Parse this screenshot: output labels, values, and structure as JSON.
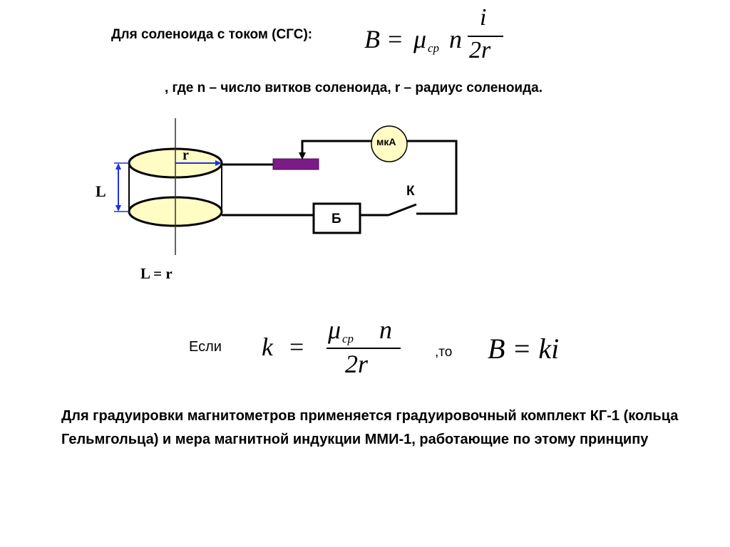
{
  "header": {
    "intro": "Для соленоида с током (СГС):",
    "where": ", где n – число витков соленоида,  r – радиус соленоида."
  },
  "formula1": {
    "B": "B",
    "eq": "=",
    "mu": "μ",
    "sub": "ср",
    "n": "n",
    "num": "i",
    "den": "2r"
  },
  "diagram": {
    "r_label": "r",
    "L_label": "L",
    "meter_label": "мкА",
    "key_label": "К",
    "battery_label": "Б",
    "caption": "L = r"
  },
  "formula2": {
    "if_word": "Если",
    "k": "k",
    "eq": "=",
    "mu": "μ",
    "sub": "ср",
    "n": "n",
    "den": "2r",
    "then_word": ",то",
    "result": "B = ki"
  },
  "paragraph": "Для градуировки магнитометров применяется градуировочный комплект КГ-1 (кольца Гельмгольца) и мера магнитной индукции ММИ-1, работающие по этому принципу",
  "colors": {
    "coil": "#FFFCC4",
    "resistor": "#7B1B86",
    "arrow": "#1F2FE8"
  }
}
